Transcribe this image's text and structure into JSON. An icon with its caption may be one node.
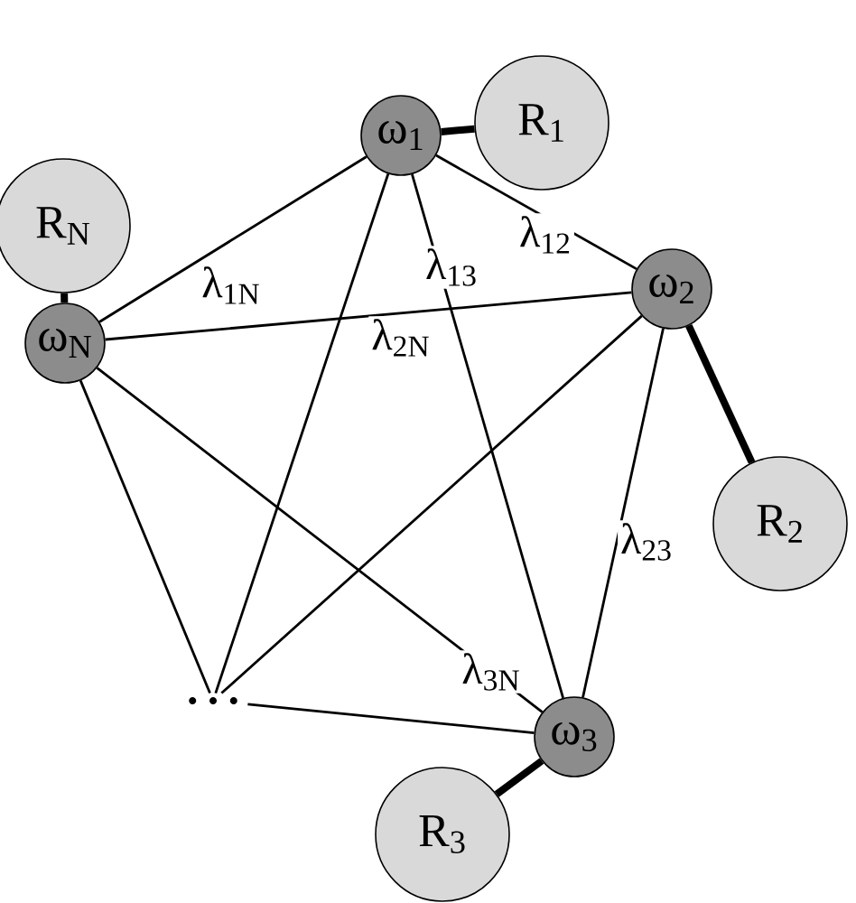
{
  "diagram": {
    "nodes": [
      {
        "text": [
          "ω$_{1}$"
        ]
      },
      {
        "text": [
          "R$_{1}$"
        ]
      },
      {
        "text": [
          "ω$_{N}$"
        ]
      },
      {
        "text": [
          "R$_{N}$"
        ]
      },
      {
        "text": [
          "ω$_{2}$"
        ]
      },
      {
        "text": [
          "R$_{2}$"
        ]
      },
      {
        "text": [
          "ω$_{3}$"
        ]
      },
      {
        "text": [
          "R$_{3}$"
        ]
      },
      {
        "text": [
          "…"
        ]
      }
    ],
    "edges": [
      {
        "from": 0,
        "to": 1,
        "arrow": "none",
        "style": "thick"
      },
      {
        "from": 2,
        "to": 3,
        "arrow": "none",
        "style": "thick"
      },
      {
        "from": 4,
        "to": 5,
        "arrow": "none",
        "style": "thick"
      },
      {
        "from": 6,
        "to": 7,
        "arrow": "none",
        "style": "thick"
      },
      {
        "from": 0,
        "to": 2,
        "arrow": "none",
        "label": "λ$_{1N}$"
      },
      {
        "from": 0,
        "to": 4,
        "arrow": "none",
        "label": "λ$_{12}$"
      },
      {
        "from": 0,
        "to": 6,
        "arrow": "none",
        "label": "λ$_{13}$"
      },
      {
        "from": 0,
        "to": 8,
        "arrow": "none"
      },
      {
        "from": 2,
        "to": 4,
        "arrow": "none",
        "label": "λ$_{2N}$"
      },
      {
        "from": 2,
        "to": 6,
        "arrow": "none",
        "label": "λ$_{3N}$"
      },
      {
        "from": 2,
        "to": 8,
        "arrow": "none"
      },
      {
        "from": 4,
        "to": 6,
        "arrow": "none",
        "label": "λ$_{23}$"
      },
      {
        "from": 4,
        "to": 8,
        "arrow": "none"
      },
      {
        "from": 6,
        "to": 8,
        "arrow": "none"
      }
    ]
  }
}
